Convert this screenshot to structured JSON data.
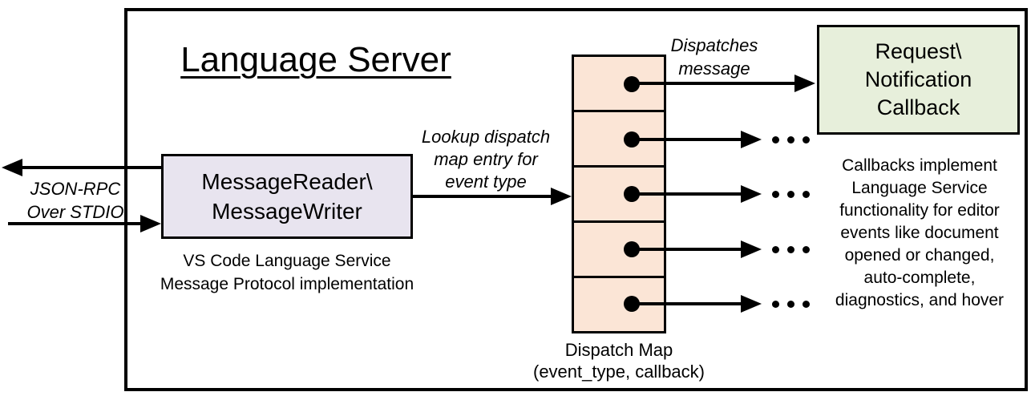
{
  "title": "Language Server",
  "stdio_label": {
    "lines": [
      "JSON-RPC",
      "Over STDIO"
    ]
  },
  "reader_box": {
    "lines": [
      "MessageReader\\",
      "MessageWriter"
    ]
  },
  "reader_caption": {
    "lines": [
      "VS Code Language Service",
      "Message Protocol implementation"
    ]
  },
  "lookup_label": {
    "lines": [
      "Lookup dispatch",
      "map entry for",
      "event type"
    ]
  },
  "dispatches_label": {
    "lines": [
      "Dispatches",
      "message"
    ]
  },
  "callback_box": {
    "lines": [
      "Request\\",
      "Notification",
      "Callback"
    ]
  },
  "callback_caption": {
    "lines": [
      "Callbacks implement",
      "Language Service",
      "functionality for editor",
      "events like document",
      "opened or changed,",
      "auto-complete,",
      "diagnostics, and hover"
    ]
  },
  "dispatch_map": {
    "rows": 5,
    "label_lines": [
      "Dispatch Map",
      "(event_type, callback)"
    ]
  },
  "colors": {
    "reader_fill": "#e8e4ef",
    "map_fill": "#fbe5d6",
    "callback_fill": "#e7efdb",
    "line_color": "#000000"
  }
}
